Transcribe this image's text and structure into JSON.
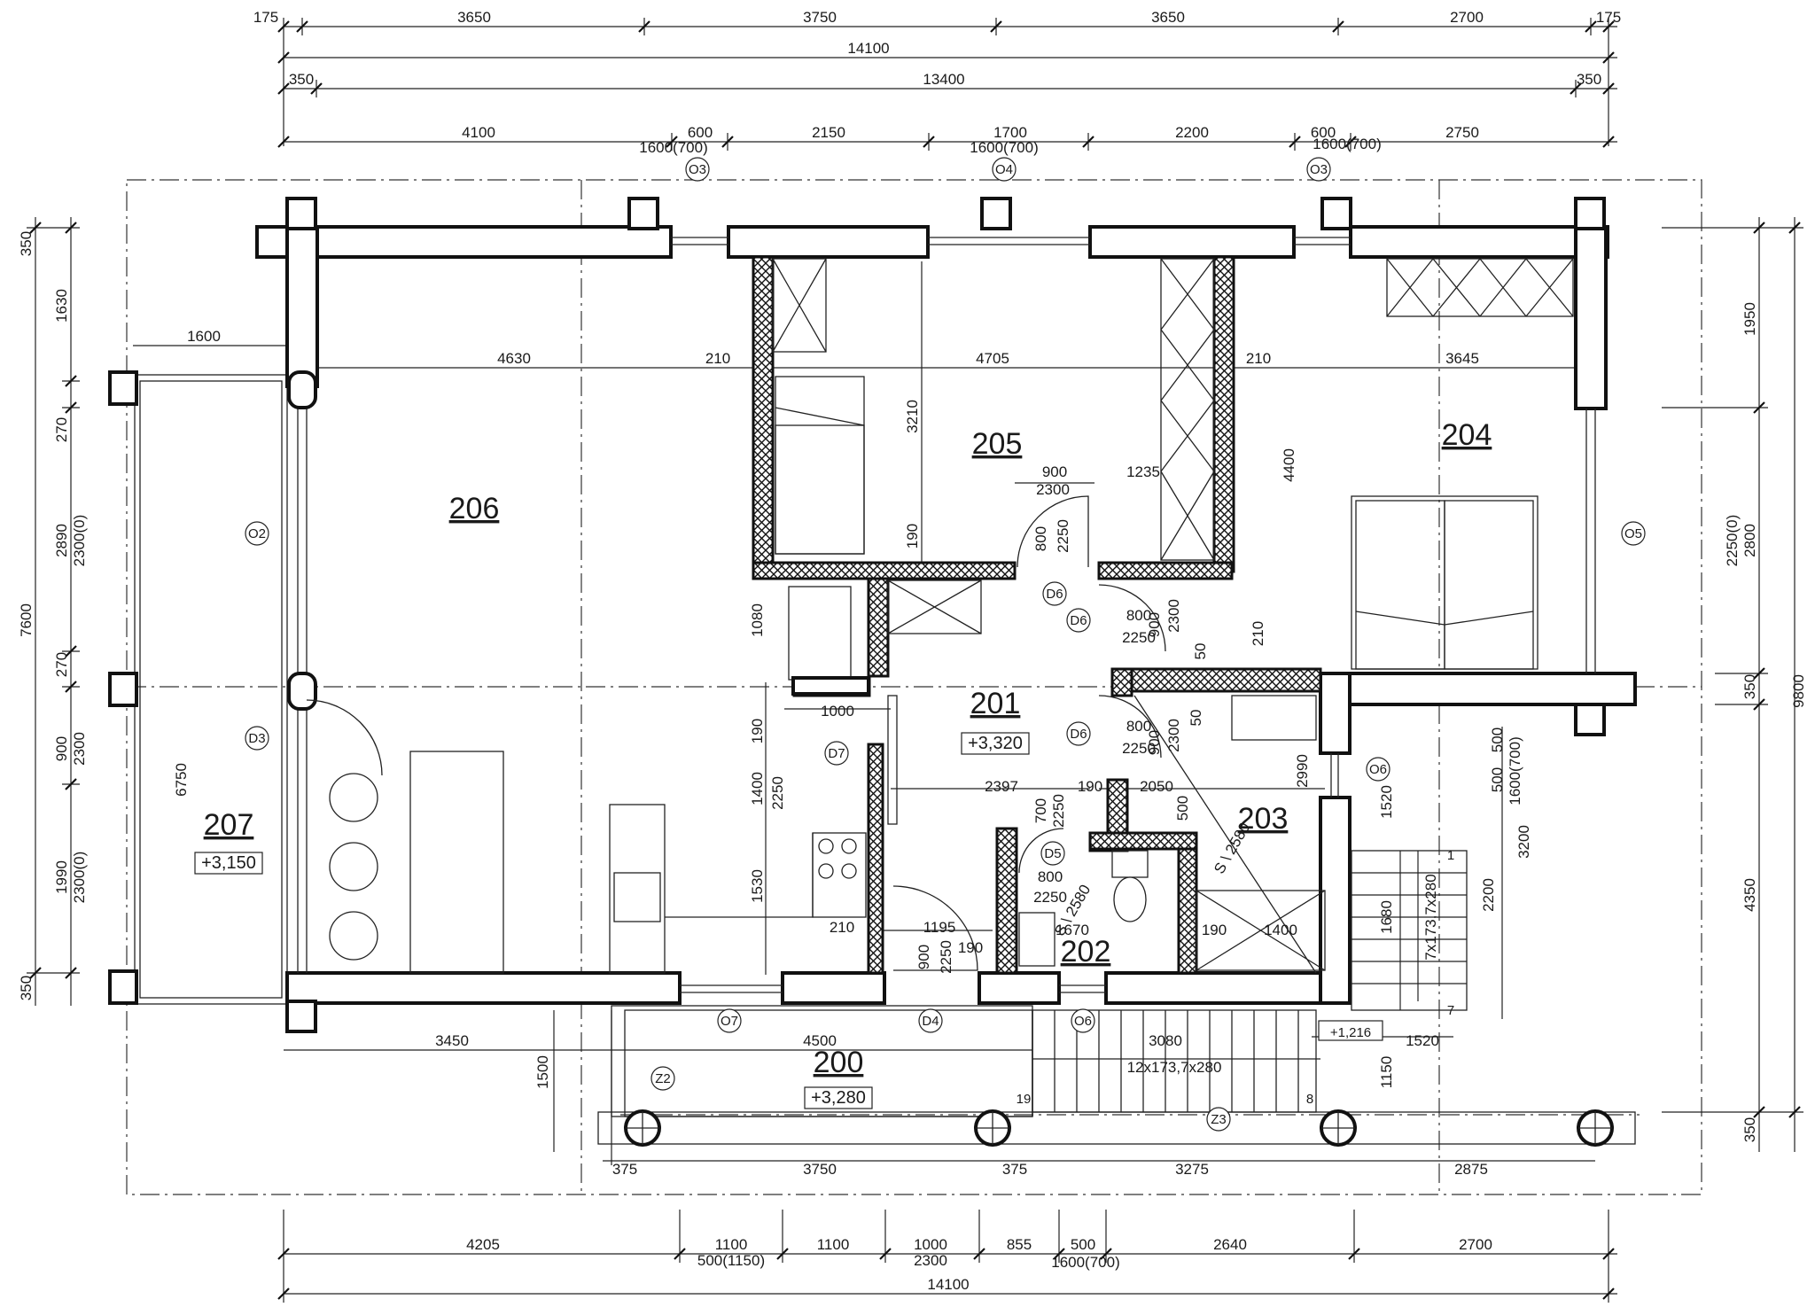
{
  "rooms": [
    {
      "id": "r200",
      "number": "200",
      "level": "+3,280"
    },
    {
      "id": "r201",
      "number": "201",
      "level": "+3,320"
    },
    {
      "id": "r202",
      "number": "202",
      "level": ""
    },
    {
      "id": "r203",
      "number": "203",
      "level": ""
    },
    {
      "id": "r204",
      "number": "204",
      "level": ""
    },
    {
      "id": "r205",
      "number": "205",
      "level": ""
    },
    {
      "id": "r206",
      "number": "206",
      "level": ""
    },
    {
      "id": "r207",
      "number": "207",
      "level": "+3,150"
    }
  ],
  "stair_level": "+1,216",
  "dims_top": {
    "row1": [
      "175",
      "3650",
      "3750",
      "3650",
      "2700",
      "175"
    ],
    "row2": [
      "14100"
    ],
    "row3": [
      "350",
      "13400",
      "350"
    ],
    "row4": [
      "4100",
      "600",
      "2150",
      "1700",
      "2200",
      "600",
      "2750"
    ]
  },
  "dims_bottom": {
    "row1": [
      "4205",
      "1100",
      "1100",
      "1000",
      "855",
      "500",
      "2640",
      "2700"
    ],
    "row1_sub": [
      "500(1150)",
      "2300",
      "1600(700)"
    ],
    "row2": [
      "14100"
    ]
  },
  "dims_left": {
    "outer": [
      "7600"
    ],
    "mid": [
      "350",
      "1630",
      "270",
      "2890",
      "270",
      "900",
      "1990",
      "350"
    ],
    "inner": [
      "2300(0)",
      "2300",
      "2300(0)",
      "6750"
    ]
  },
  "dims_right": {
    "outer": [
      "9800"
    ],
    "inner": [
      "1950",
      "2800",
      "350",
      "4350",
      "350",
      "2250(0)"
    ]
  },
  "interior_dims": [
    "1600",
    "4630",
    "210",
    "4705",
    "210",
    "3645",
    "3210",
    "4400",
    "190",
    "900",
    "1235",
    "2300",
    "800",
    "2250",
    "1080",
    "1000",
    "190",
    "1400",
    "2250",
    "1530",
    "210",
    "1195",
    "190",
    "900",
    "2250",
    "2397",
    "190",
    "2050",
    "2990",
    "700",
    "2250",
    "800",
    "2250",
    "1670",
    "190",
    "1400",
    "500",
    "1520",
    "1680",
    "2200",
    "3200",
    "500",
    "500",
    "1600(700)",
    "3450",
    "4500",
    "1500",
    "375",
    "3750",
    "375",
    "3275",
    "2875",
    "3080",
    "12x173,7x280",
    "7x173,7x280",
    "1520",
    "1150",
    "S \\ 2580",
    "S \\ 2580",
    "800",
    "2250",
    "900",
    "2300",
    "50",
    "800",
    "2250",
    "900",
    "2300",
    "50",
    "210",
    "1600(700)",
    "1600(700)"
  ],
  "opening_tags": [
    "O3",
    "O4",
    "O3",
    "O2",
    "O5",
    "D3",
    "D6",
    "D6",
    "D6",
    "D7",
    "O6",
    "D5",
    "O7",
    "D4",
    "O6",
    "Z2",
    "Z3"
  ],
  "stair_numbers": [
    "1",
    "7",
    "8",
    "19"
  ]
}
